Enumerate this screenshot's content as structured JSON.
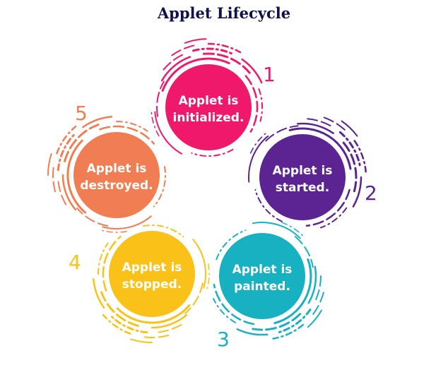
{
  "title": "Applet Lifecycle",
  "stages": [
    {
      "num": "1",
      "line1": "Applet is",
      "line2": "initialized.",
      "color": "#f0186b"
    },
    {
      "num": "2",
      "line1": "Applet is",
      "line2": "started.",
      "color": "#5c2393"
    },
    {
      "num": "3",
      "line1": "Applet is",
      "line2": "painted.",
      "color": "#18b1c1"
    },
    {
      "num": "4",
      "line1": "Applet is",
      "line2": "stopped.",
      "color": "#fac218"
    },
    {
      "num": "5",
      "line1": "Applet is",
      "line2": "destroyed.",
      "color": "#f07e52"
    }
  ]
}
